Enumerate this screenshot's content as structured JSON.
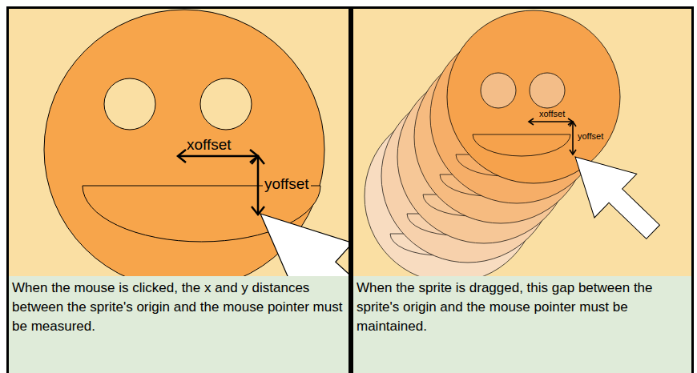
{
  "diagram": {
    "nodes": [
      {
        "text": [
          "When the mouse is clicked, the x and y distances between the sprite's origin and the mouse pointer must be measured."
        ]
      },
      {
        "text": [
          "When the sprite is dragged, this gap between the sprite's origin and the mouse pointer must be maintained."
        ]
      }
    ],
    "labels": [
      "xoffset",
      "yoffset",
      "xoffset",
      "yoffset"
    ]
  }
}
